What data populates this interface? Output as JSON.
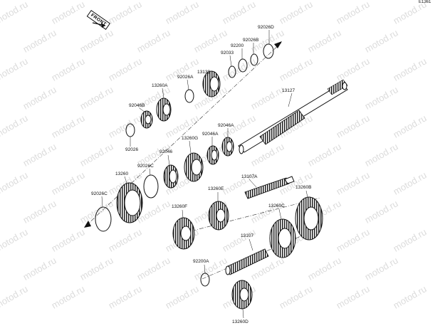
{
  "diagram": {
    "code": "E1361",
    "front_label": "FRONT",
    "watermark": "motod.ru",
    "parts": {
      "p92026D": "92026D",
      "p92026B": "92026B",
      "p92200": "92200",
      "p92033": "92033",
      "p13139": "13139",
      "p92026A": "92026A",
      "p13260A": "13260A",
      "p13127": "13127",
      "p92046B": "92046B",
      "p92046A_1": "92046A",
      "p92046A_2": "92046A",
      "p13260G": "13260G",
      "p92026": "92026",
      "p92046": "92046",
      "p92026C_1": "92026C",
      "p13260": "13260",
      "p13107A": "13107A",
      "p92026C_2": "92026C",
      "p13260E": "13260E",
      "p13260B": "13260B",
      "p13260F": "13260F",
      "p13260C": "13260C",
      "p13107": "13107",
      "p92200A": "92200A",
      "p13260D": "13260D"
    }
  }
}
